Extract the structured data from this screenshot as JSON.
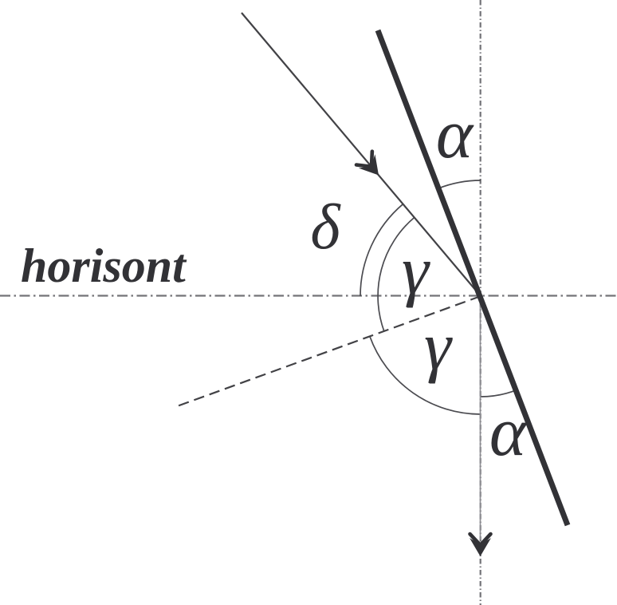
{
  "diagram": {
    "horizon_label": "horisont",
    "labels": {
      "alpha_top": "α",
      "delta": "δ",
      "gamma_upper": "γ",
      "gamma_lower": "γ",
      "alpha_bottom": "α"
    },
    "colors": {
      "ink": "#323236",
      "thin": "#424246",
      "arc": "#4b4b50",
      "guide": "#737378",
      "ray2": "#8f8f94",
      "background": "#ffffff"
    }
  }
}
